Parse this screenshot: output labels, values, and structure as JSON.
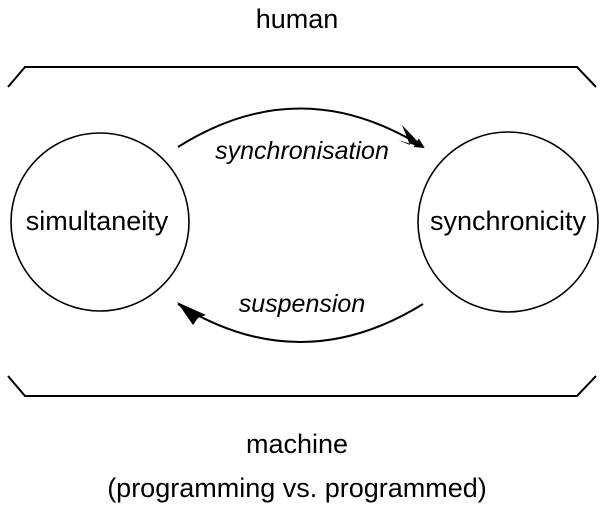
{
  "diagram": {
    "top_label": "human",
    "bottom_label_line1": "machine",
    "bottom_label_line2": "(programming vs. programmed)",
    "nodes": [
      {
        "id": "simultaneity",
        "label": "simultaneity"
      },
      {
        "id": "synchronicity",
        "label": "synchronicity"
      }
    ],
    "edges": [
      {
        "from": "simultaneity",
        "to": "synchronicity",
        "label": "synchronisation"
      },
      {
        "from": "synchronicity",
        "to": "simultaneity",
        "label": "suspension"
      }
    ],
    "colors": {
      "stroke": "#000000",
      "background": "#ffffff"
    }
  }
}
